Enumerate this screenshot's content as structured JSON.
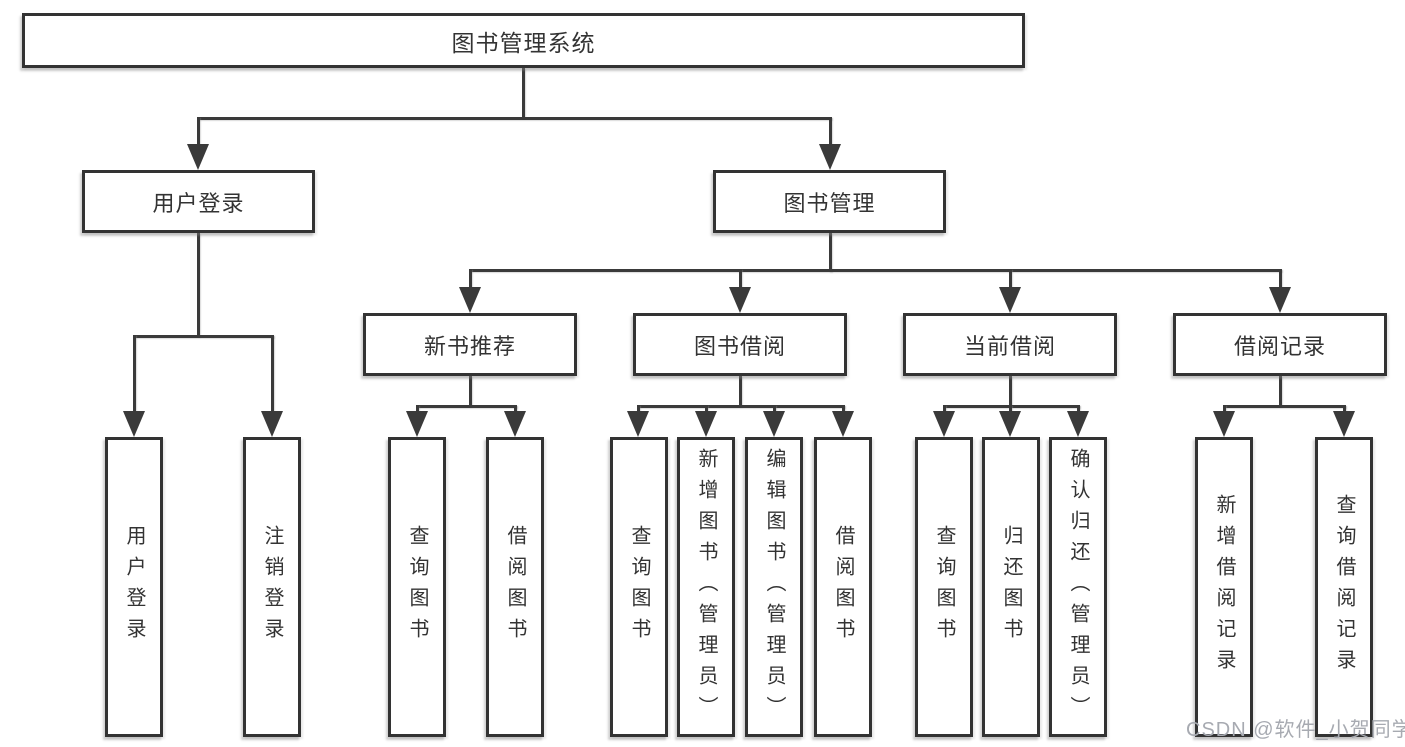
{
  "title": "图书管理系统",
  "watermark": "CSDN @软件_小贺同学",
  "colors": {
    "line": "#3a3a3a",
    "border": "#333333",
    "text": "#333333",
    "watermark": "#a7aab1",
    "background": "#ffffff"
  },
  "tree": {
    "root": "图书管理系统",
    "children": [
      {
        "label": "用户登录",
        "children": [
          "用户登录",
          "注销登录"
        ]
      },
      {
        "label": "图书管理",
        "children": [
          {
            "label": "新书推荐",
            "children": [
              "查询图书",
              "借阅图书"
            ]
          },
          {
            "label": "图书借阅",
            "children": [
              "查询图书",
              "新增图书（管理员）",
              "编辑图书（管理员）",
              "借阅图书"
            ]
          },
          {
            "label": "当前借阅",
            "children": [
              "查询图书",
              "归还图书",
              "确认归还（管理员）"
            ]
          },
          {
            "label": "借阅记录",
            "children": [
              "新增借阅记录",
              "查询借阅记录"
            ]
          }
        ]
      }
    ]
  }
}
